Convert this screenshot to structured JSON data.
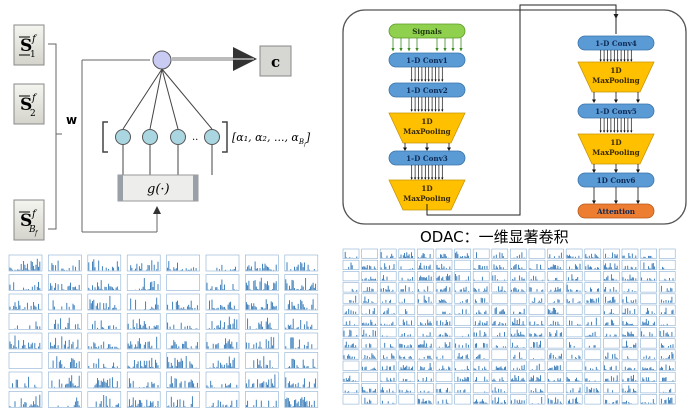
{
  "attention_diagram": {
    "inputs": [
      {
        "base": "s",
        "sub": "1",
        "sup": "f"
      },
      {
        "base": "s",
        "sub": "2",
        "sup": "f"
      },
      {
        "base": "s",
        "sub": "B",
        "subsub": "f",
        "sup": "f"
      }
    ],
    "weight_label": "w",
    "output_label": "c",
    "alpha_label": "[α₁, α₂, ..., α",
    "alpha_label_sub": "B",
    "alpha_label_subsub": "f",
    "alpha_label_end": "]",
    "function_label": "g(·)",
    "ellipsis": ".."
  },
  "network": {
    "left_column": [
      "Signals",
      "1-D Conv1",
      "1-D Conv2",
      "1D\nMaxPooling",
      "1-D Conv3",
      "1D\nMaxPooling"
    ],
    "right_column": [
      "1-D Conv4",
      "1D\nMaxPooling",
      "1-D Conv5",
      "1D\nMaxPooling",
      "1D Conv6",
      "Attention"
    ],
    "caption": "ODAC：一维显著卷积",
    "colors": {
      "signals": "#8fd04f",
      "conv": "#5b9bd5",
      "pool": "#ffc000",
      "attention": "#ed7d31",
      "frame": "#555555"
    }
  }
}
